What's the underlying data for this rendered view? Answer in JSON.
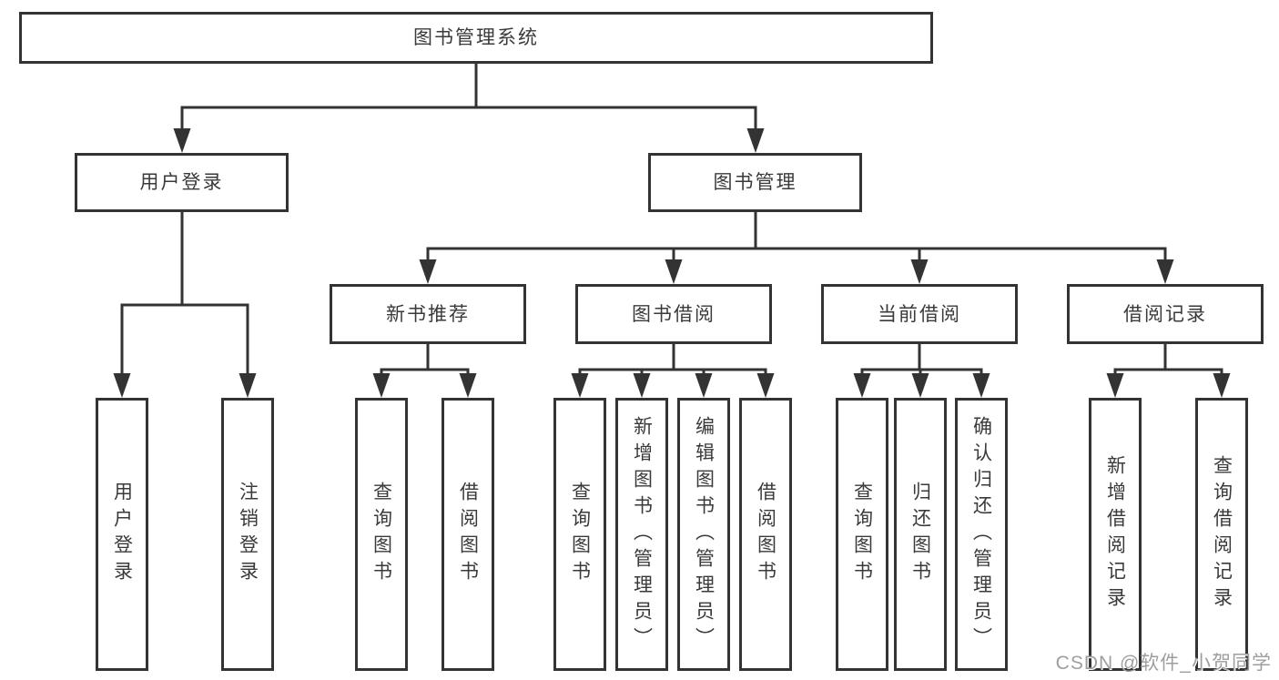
{
  "diagram_title": "图书管理系统",
  "tree": {
    "label": "图书管理系统",
    "children": [
      {
        "label": "用户登录",
        "children": [
          {
            "label": "用户登录"
          },
          {
            "label": "注销登录"
          }
        ]
      },
      {
        "label": "图书管理",
        "children": [
          {
            "label": "新书推荐",
            "children": [
              {
                "label": "查询图书"
              },
              {
                "label": "借阅图书"
              }
            ]
          },
          {
            "label": "图书借阅",
            "children": [
              {
                "label": "查询图书"
              },
              {
                "label": "新增图书（管理员）"
              },
              {
                "label": "编辑图书（管理员）"
              },
              {
                "label": "借阅图书"
              }
            ]
          },
          {
            "label": "当前借阅",
            "children": [
              {
                "label": "查询图书"
              },
              {
                "label": "归还图书"
              },
              {
                "label": "确认归还（管理员）"
              }
            ]
          },
          {
            "label": "借阅记录",
            "children": [
              {
                "label": "新增借阅记录"
              },
              {
                "label": "查询借阅记录"
              }
            ]
          }
        ]
      }
    ]
  },
  "watermark": "CSDN @软件_小贺同学",
  "colors": {
    "line": "#333333",
    "box_border": "#333333",
    "text": "#3a3a3a",
    "background": "#ffffff",
    "watermark": "#9e9e9e"
  }
}
